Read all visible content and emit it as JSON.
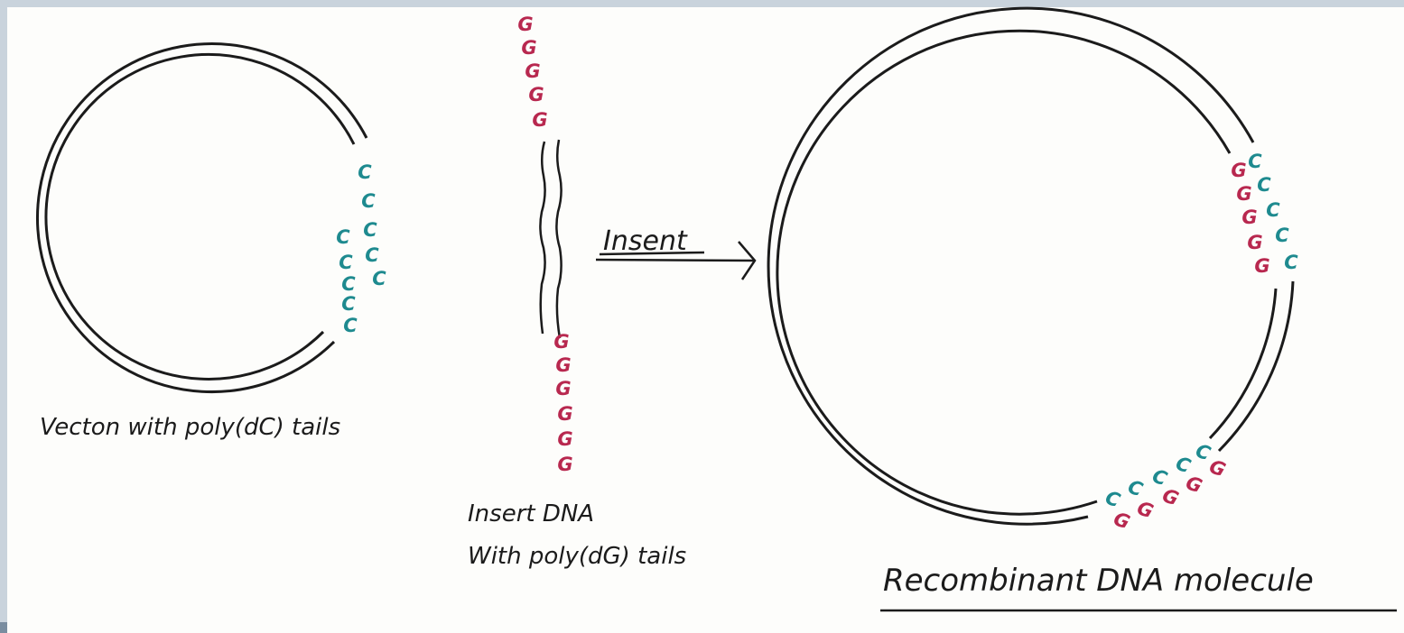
{
  "colors": {
    "g_tail": "#b8284f",
    "c_tail": "#1e8a8f",
    "ink": "#1b1b1b"
  },
  "labels": {
    "vector": "Vecton with poly(dC) tails",
    "insert_line1": "Insert DNA",
    "insert_line2": "With poly(dG) tails",
    "arrow": "Insent",
    "recombinant": "Recombinant DNA molecule"
  },
  "bases": {
    "g": "G",
    "c": "C"
  }
}
